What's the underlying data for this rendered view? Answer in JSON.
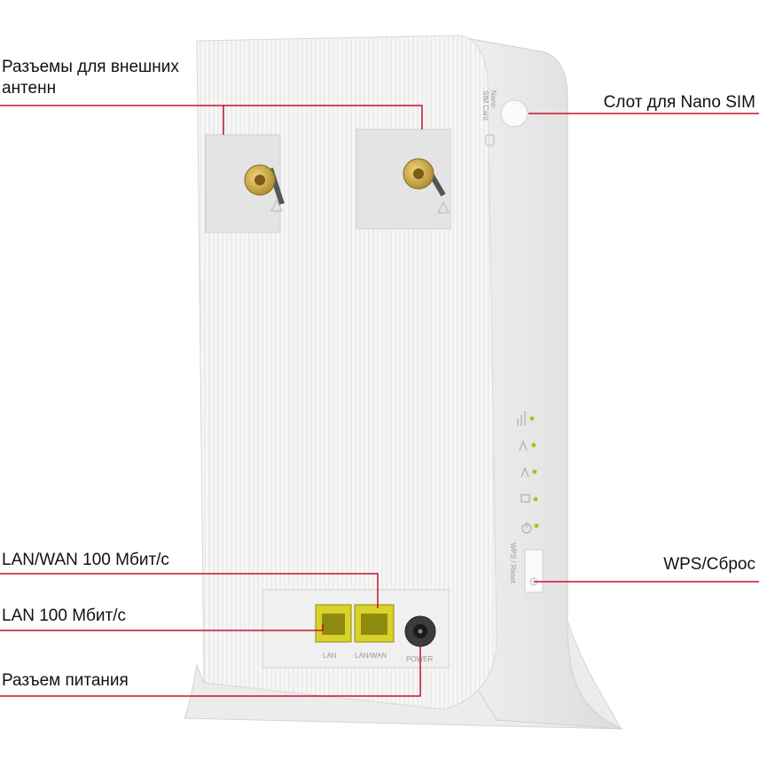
{
  "colors": {
    "callout_line": "#c8102e",
    "device_body": "#f4f4f4",
    "device_side": "#e6e6e6",
    "port_yellow": "#d8d22a",
    "led_green": "#8ccf1e",
    "connector_gold": "#c9a43a"
  },
  "callouts": {
    "antenna_connectors_line1": "Разъемы для внешних",
    "antenna_connectors_line2": "антенн",
    "nano_sim_slot": "Слот для Nano SIM",
    "lan_wan_port": "LAN/WAN 100 Мбит/с",
    "lan_port": "LAN 100 Мбит/с",
    "power_jack": "Разъем питания",
    "wps_reset": "WPS/Сброс"
  },
  "device_markings": {
    "sim_label_line1": "Nano",
    "sim_label_line2": "SIM Card",
    "wps_label": "WPS / Reset",
    "lan_port_label": "LAN",
    "lan_wan_port_label": "LAN/WAN",
    "power_label": "POWER"
  },
  "icons": [
    "signal-icon",
    "4g-icon",
    "internet-icon",
    "lan-icon",
    "power-icon"
  ]
}
